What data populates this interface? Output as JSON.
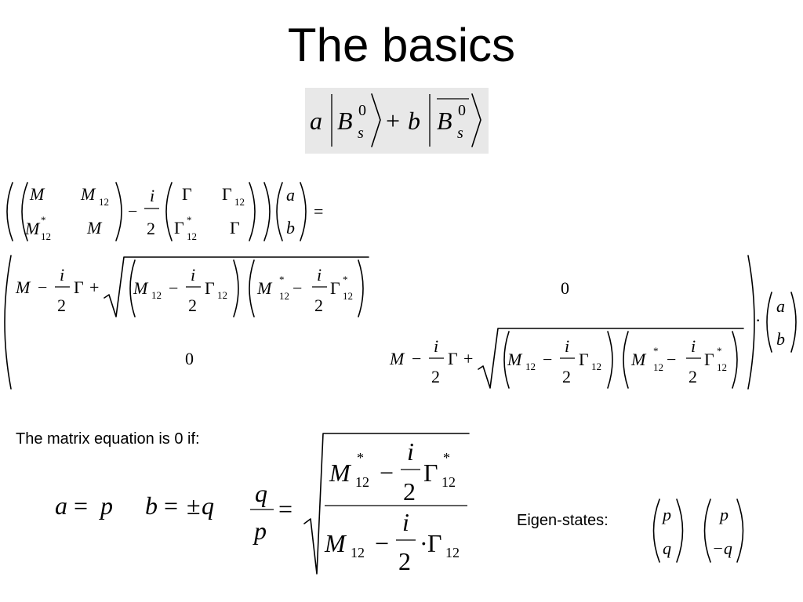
{
  "slide": {
    "title": "The basics",
    "condition_text": "The matrix  equation is 0 if:",
    "eigen_label": "Eigen-states:"
  },
  "symbols": {
    "a": "a",
    "b": "b",
    "B": "B",
    "s": "s",
    "zero_sup": "0",
    "plus": "+",
    "minus": "−",
    "pm": "±",
    "equals": "=",
    "dot": "·",
    "M": "M",
    "M12": "M",
    "sub12": "12",
    "star": "*",
    "i": "i",
    "two": "2",
    "Gamma": "Γ",
    "p": "p",
    "q": "q",
    "neg_q": "−q",
    "zero": "0"
  }
}
